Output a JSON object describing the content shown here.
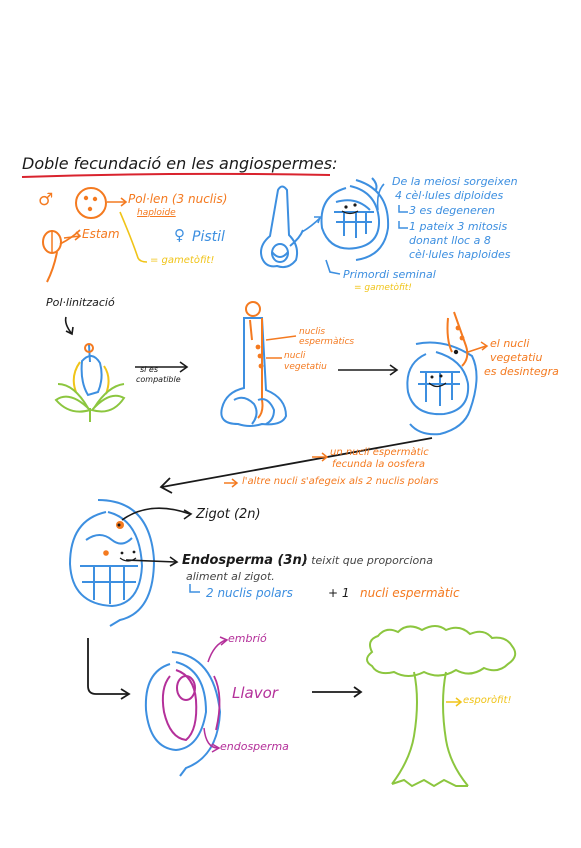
{
  "title": "Doble fecundació en les angiospermes:",
  "colors": {
    "orange": "#f47a20",
    "blue": "#3d8fe0",
    "purple": "#b4309a",
    "green": "#8cc63f",
    "yellow": "#f0c419",
    "red": "#d9232e",
    "black": "#1a1a1a"
  },
  "icons": {
    "male": "male-symbol-icon",
    "female": "female-symbol-icon"
  },
  "section1": {
    "male_symbol": "♂",
    "pollen": "Pol·len (3 nuclis)",
    "pollen_sub": "haploide",
    "stamen": "Estam",
    "gametophyte_male": "= gametòfit!",
    "female_symbol": "♀",
    "pistil": "Pistil",
    "meiosis_note": [
      "De la meiosi sorgeixen",
      "4 cèl·lules diploides",
      "3 es degeneren",
      "1 pateix 3 mitosis",
      "donant lloc a 8",
      "cèl·lules haploides"
    ],
    "ovule_label": "Primordi seminal",
    "ovule_sub": "= gametòfit!"
  },
  "section2": {
    "pollination": "Pol·linització",
    "compatible": [
      "si es",
      "compatible"
    ],
    "sperm_nuclei": [
      "nuclis",
      "espermàtics"
    ],
    "vegetative_nucleus": [
      "nucli",
      "vegetatiu"
    ],
    "vegetative_breaks": [
      "el nucli",
      "vegetatiu",
      "es desintegra"
    ],
    "fertilization_1": [
      "un nucli espermàtic",
      "fecunda la oosfera"
    ],
    "fertilization_2": "l'altre nucli s'afegeix als 2 nuclis polars"
  },
  "section3": {
    "zygote": "Zigot (2n)",
    "endosperm_a": "Endosperma (3n)",
    "endosperm_b": ": teixit que proporciona",
    "endosperm_c": "aliment al zigot.",
    "formula_a": "2 nuclis polars",
    "formula_plus": "+ 1",
    "formula_b": "nucli espermàtic"
  },
  "section4": {
    "embryo": "embrió",
    "seed": "Llavor",
    "endosperm": "endosperma",
    "sporophyte": "esporòfit!"
  }
}
